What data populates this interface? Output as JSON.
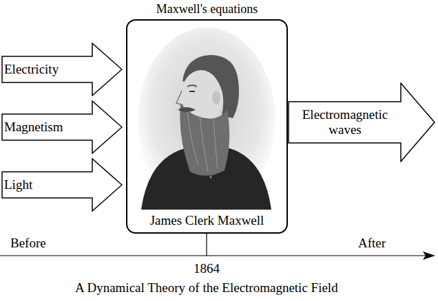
{
  "diagram": {
    "caption": "A Dynamical Theory of the Electromagnetic Field",
    "nodes": [
      {
        "text": [
          "Maxwell's equations",
          "James Clerk Maxwell"
        ]
      },
      {
        "text": [
          "Electricity"
        ]
      },
      {
        "text": [
          "Magnetism"
        ]
      },
      {
        "text": [
          "Light"
        ]
      },
      {
        "text": [
          "Electromagnetic waves"
        ]
      }
    ],
    "labels": [
      "Before",
      "After",
      "1864"
    ]
  }
}
